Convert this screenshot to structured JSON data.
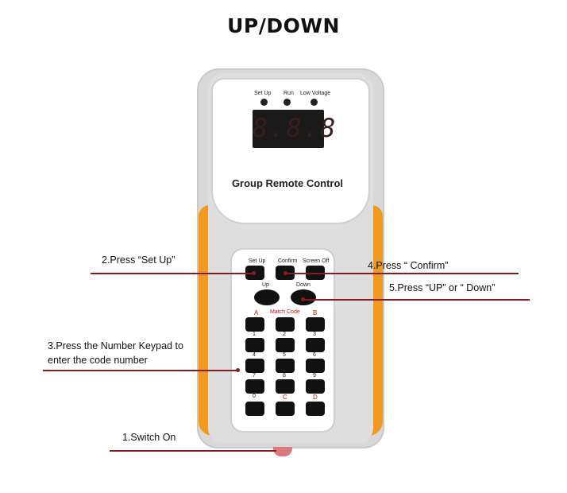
{
  "title": "UP/DOWN",
  "device": {
    "name": "Group Remote Control",
    "indicators": [
      "Set Up",
      "Run",
      "Low Voltage"
    ],
    "display": "8.8.8",
    "keys": {
      "set_up": "Set Up",
      "confirm": "Confirm",
      "screen_off": "Screen Off",
      "up": "Up",
      "down": "Down",
      "a": "A",
      "match_code": "Match Code",
      "b": "B",
      "n1": "1",
      "n2": "2",
      "n3": "3",
      "n4": "4",
      "n5": "5",
      "n6": "6",
      "n7": "7",
      "n8": "8",
      "n9": "9",
      "n0": "0",
      "c": "C",
      "d": "D"
    }
  },
  "annotations": {
    "step1": "1.Switch On",
    "step2": "2.Press “Set Up”",
    "step3_line1": "3.Press the Number Keypad to",
    "step3_line2": "enter the code number",
    "step4": "4.Press “ Confirm”",
    "step5": "5.Press “UP” or “ Down”"
  },
  "colors": {
    "accent_orange": "#f19a1e",
    "leader_line": "#8b1a1a",
    "key_red_label": "#c0141b"
  }
}
